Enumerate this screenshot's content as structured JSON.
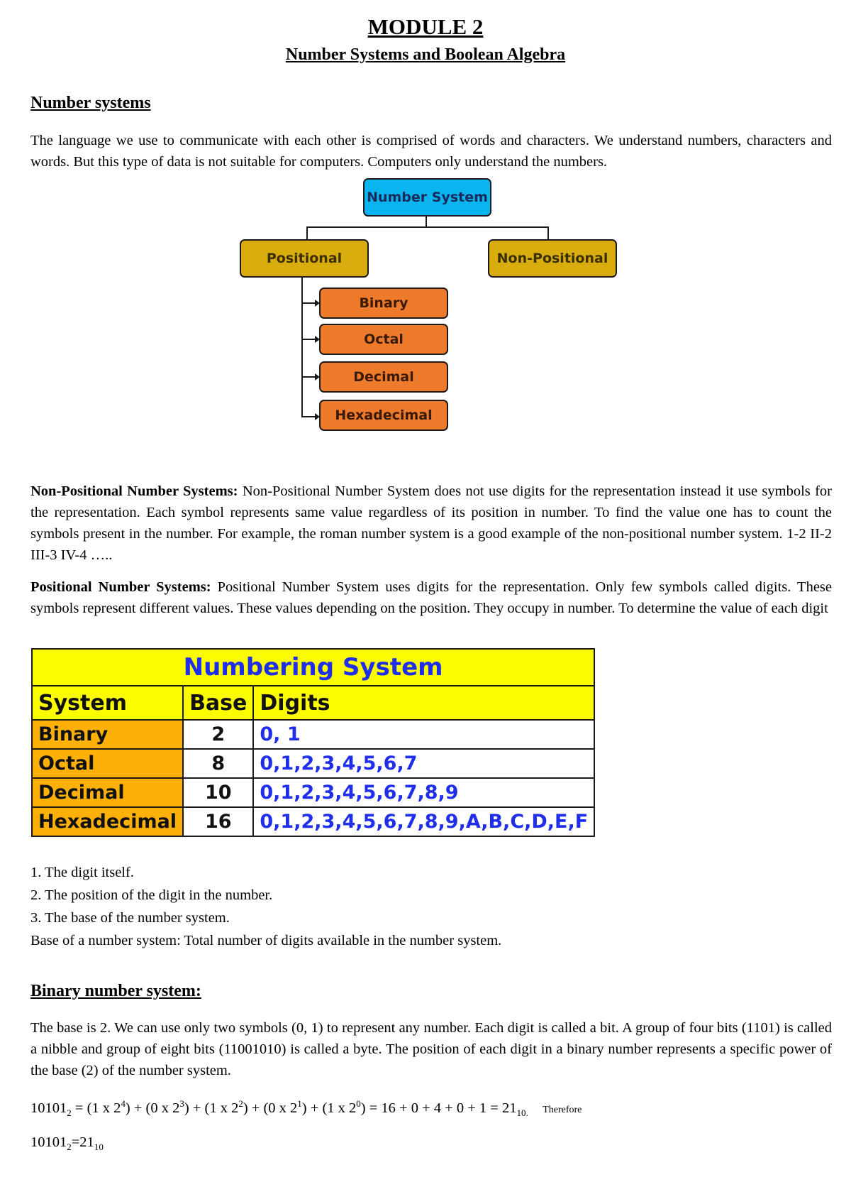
{
  "header": {
    "title": "MODULE 2",
    "subtitle": "Number Systems and Boolean Algebra"
  },
  "number_systems": {
    "heading": "Number systems",
    "intro": "The language we use to communicate with each other is comprised of words and characters. We understand numbers, characters and words. But this type of data is not suitable for computers. Computers only understand the numbers."
  },
  "diagram": {
    "root": "Number System",
    "positional": "Positional",
    "non_positional": "Non-Positional",
    "children": [
      "Binary",
      "Octal",
      "Decimal",
      "Hexadecimal"
    ],
    "colors": {
      "root": "#0ab4ef",
      "category": "#d9ad0d",
      "leaf": "#ee7b2b"
    }
  },
  "non_positional": {
    "label": "Non-Positional Number Systems:",
    "text": " Non-Positional Number System does not use digits for the representation instead it use symbols for the representation. Each symbol represents same value regardless of its position in number. To find the value one has to count the symbols present in the number. For example, the roman number system is a good example of the non-positional number system.  1-2  II-2 III-3  IV-4 ….."
  },
  "positional": {
    "label": "Positional Number Systems:",
    "text": " Positional Number System uses digits for the representation. Only few symbols called digits. These symbols represent different values. These values depending on the position. They occupy in number. To determine the value of each digit"
  },
  "numbering_table": {
    "caption": "Numbering System",
    "headers": [
      "System",
      "Base",
      "Digits"
    ],
    "rows": [
      {
        "system": "Binary",
        "base": "2",
        "digits": "0, 1"
      },
      {
        "system": "Octal",
        "base": "8",
        "digits": "0,1,2,3,4,5,6,7"
      },
      {
        "system": "Decimal",
        "base": "10",
        "digits": "0,1,2,3,4,5,6,7,8,9"
      },
      {
        "system": "Hexadecimal",
        "base": "16",
        "digits": "0,1,2,3,4,5,6,7,8,9,A,B,C,D,E,F"
      }
    ],
    "colors": {
      "caption_bg": "#fbfc00",
      "system_bg": "#fdb108",
      "digits_text": "#1f2eea"
    }
  },
  "factors": [
    "1. The digit itself.",
    "2. The position of the digit in the number.",
    "3. The base of the number system.",
    "Base of a number system: Total number of digits available in the number system."
  ],
  "binary": {
    "heading": "Binary number system:",
    "text": "The base is 2. We can use only two symbols (0, 1) to represent any number. Each digit is called a bit. A group of four bits (1101) is called a nibble and group of eight bits (11001010) is called a byte. The position of each digit in a binary number represents a specific power of the base (2) of the number system.",
    "equation": {
      "lhs": "10101",
      "lhs_base": "2",
      "terms": [
        {
          "text": "(1 x 2",
          "exp": "4",
          "close": ")"
        },
        {
          "text": "(0 x 2",
          "exp": "3",
          "close": ")"
        },
        {
          "text": "(1 x 2",
          "exp": "2",
          "close": ")"
        },
        {
          "text": "(0 x 2",
          "exp": "1",
          "close": ")"
        },
        {
          "text": "(1 x 2",
          "exp": "0",
          "close": ")"
        }
      ],
      "sum": "16 + 0 + 4 + 0 + 1 = 21",
      "result_base": "10.",
      "note": "Therefore"
    },
    "result": {
      "lhs": "10101",
      "lhs_base": "2",
      "eq": "=21",
      "rhs_base": "10"
    }
  }
}
